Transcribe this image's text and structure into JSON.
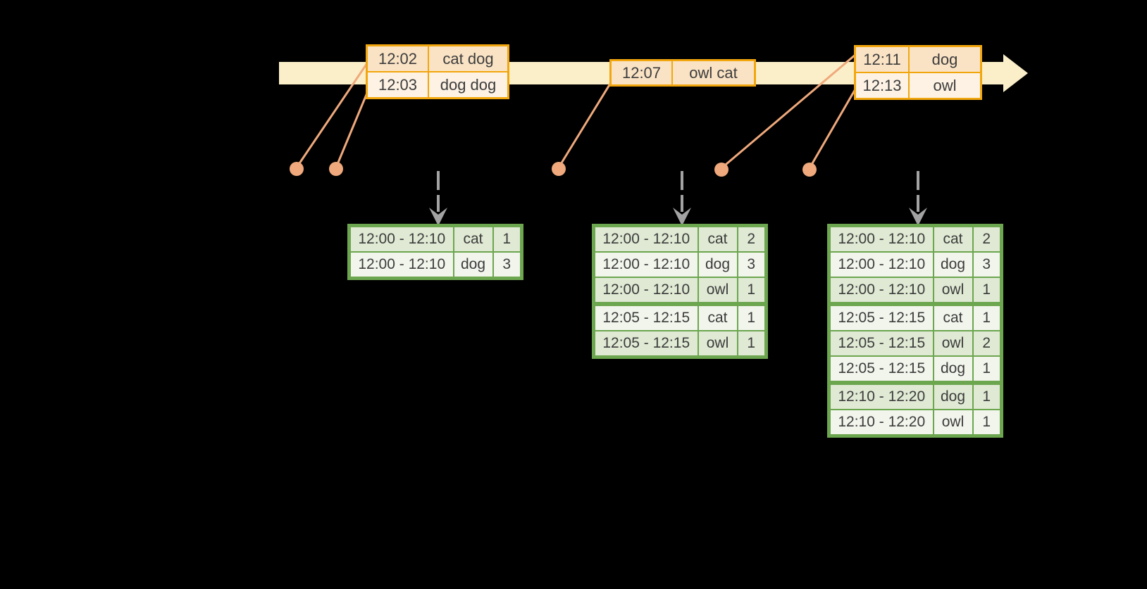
{
  "timeline": {
    "direction": "left-to-right",
    "bar_color": "#fbefc9",
    "event_tables": [
      {
        "rows": [
          {
            "time": "12:02",
            "words": "cat dog"
          },
          {
            "time": "12:03",
            "words": "dog dog"
          }
        ]
      },
      {
        "rows": [
          {
            "time": "12:07",
            "words": "owl cat"
          }
        ]
      },
      {
        "rows": [
          {
            "time": "12:11",
            "words": "dog"
          },
          {
            "time": "12:13",
            "words": "owl"
          }
        ]
      }
    ]
  },
  "result_tables": [
    {
      "rows": [
        [
          "12:00 - 12:10",
          "cat",
          "1"
        ],
        [
          "12:00 - 12:10",
          "dog",
          "3"
        ]
      ]
    },
    {
      "rows": [
        [
          "12:00 - 12:10",
          "cat",
          "2"
        ],
        [
          "12:00 - 12:10",
          "dog",
          "3"
        ],
        [
          "12:00 - 12:10",
          "owl",
          "1"
        ],
        [
          "12:05 - 12:15",
          "cat",
          "1"
        ],
        [
          "12:05 - 12:15",
          "owl",
          "1"
        ]
      ]
    },
    {
      "rows": [
        [
          "12:00 - 12:10",
          "cat",
          "2"
        ],
        [
          "12:00 - 12:10",
          "dog",
          "3"
        ],
        [
          "12:00 - 12:10",
          "owl",
          "1"
        ],
        [
          "12:05 - 12:15",
          "cat",
          "1"
        ],
        [
          "12:05 - 12:15",
          "owl",
          "2"
        ],
        [
          "12:05 - 12:15",
          "dog",
          "1"
        ],
        [
          "12:10 - 12:20",
          "dog",
          "1"
        ],
        [
          "12:10 - 12:20",
          "owl",
          "1"
        ]
      ]
    }
  ],
  "colors": {
    "background": "#000000",
    "event_border": "#f2a60d",
    "event_fill_dark": "#fae3c5",
    "event_fill_light": "#fdf2e3",
    "timeline_bar": "#fbefc9",
    "dot_and_line": "#efa97c",
    "trigger_arrow": "#a3a3a3",
    "result_border": "#6ca64f",
    "result_fill_dark": "#dfe9d3",
    "result_fill_light": "#f2f5ec",
    "text": "#3c3c3c"
  }
}
